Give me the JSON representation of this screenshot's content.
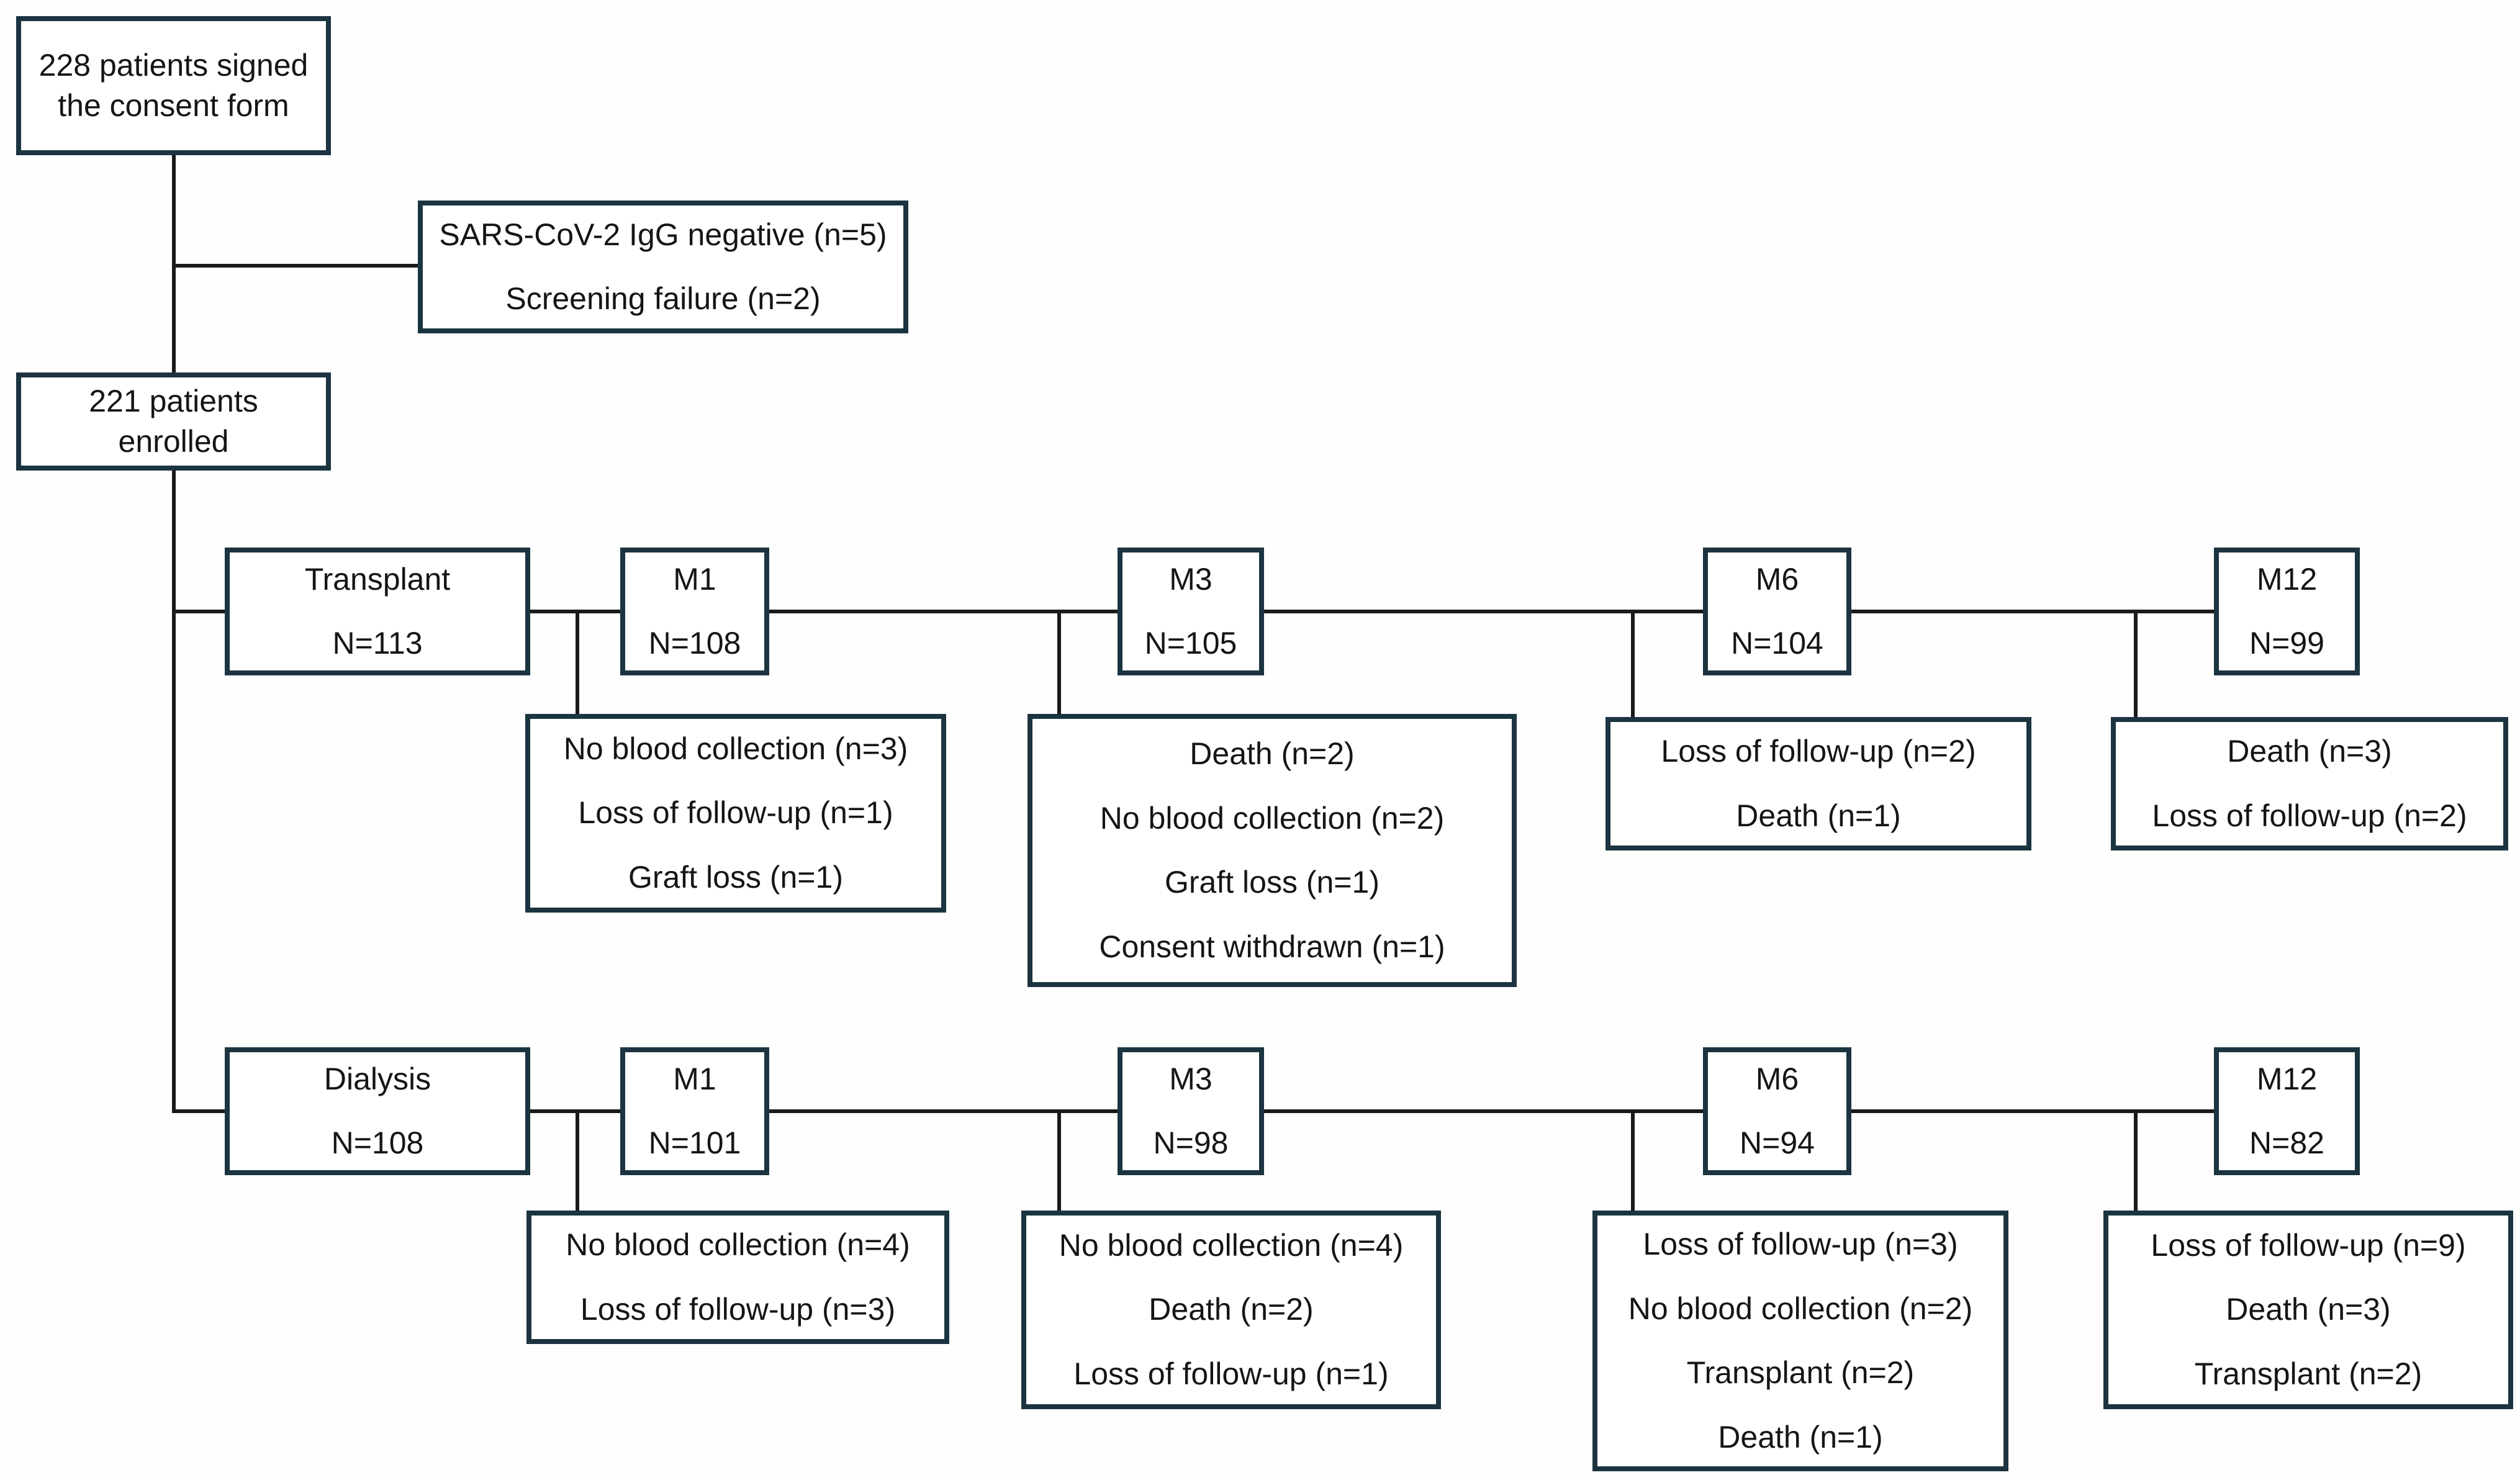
{
  "figure": {
    "type": "patient-flow-diagram",
    "colors": {
      "box_border": "#1b3440",
      "connector": "#1a1a1a",
      "background": "#ffffff",
      "text": "#151515"
    }
  },
  "nodes": {
    "consent": {
      "lines": [
        "228 patients signed",
        "the consent form"
      ]
    },
    "exclusion": {
      "lines": [
        "SARS-CoV-2 IgG negative (n=5)",
        "Screening failure (n=2)"
      ]
    },
    "enrolled": {
      "lines": [
        "221 patients",
        "enrolled"
      ]
    },
    "transplant": {
      "lines": [
        "Transplant",
        "N=113"
      ]
    },
    "t_m1": {
      "lines": [
        "M1",
        "N=108"
      ]
    },
    "t_m3": {
      "lines": [
        "M3",
        "N=105"
      ]
    },
    "t_m6": {
      "lines": [
        "M6",
        "N=104"
      ]
    },
    "t_m12": {
      "lines": [
        "M12",
        "N=99"
      ]
    },
    "t_m1_drop": {
      "lines": [
        "No blood collection (n=3)",
        "Loss of follow-up (n=1)",
        "Graft loss (n=1)"
      ]
    },
    "t_m3_drop": {
      "lines": [
        "Death (n=2)",
        "No blood collection (n=2)",
        "Graft loss (n=1)",
        "Consent withdrawn (n=1)"
      ]
    },
    "t_m6_drop": {
      "lines": [
        "Loss of follow-up (n=2)",
        "Death (n=1)"
      ]
    },
    "t_m12_drop": {
      "lines": [
        "Death (n=3)",
        "Loss of follow-up (n=2)"
      ]
    },
    "dialysis": {
      "lines": [
        "Dialysis",
        "N=108"
      ]
    },
    "d_m1": {
      "lines": [
        "M1",
        "N=101"
      ]
    },
    "d_m3": {
      "lines": [
        "M3",
        "N=98"
      ]
    },
    "d_m6": {
      "lines": [
        "M6",
        "N=94"
      ]
    },
    "d_m12": {
      "lines": [
        "M12",
        "N=82"
      ]
    },
    "d_m1_drop": {
      "lines": [
        "No blood collection (n=4)",
        "Loss of follow-up (n=3)"
      ]
    },
    "d_m3_drop": {
      "lines": [
        "No blood collection (n=4)",
        "Death (n=2)",
        "Loss of follow-up (n=1)"
      ]
    },
    "d_m6_drop": {
      "lines": [
        "Loss of follow-up (n=3)",
        "No blood collection (n=2)",
        "Transplant (n=2)",
        "Death (n=1)"
      ]
    },
    "d_m12_drop": {
      "lines": [
        "Loss of follow-up (n=9)",
        "Death (n=3)",
        "Transplant (n=2)"
      ]
    }
  }
}
